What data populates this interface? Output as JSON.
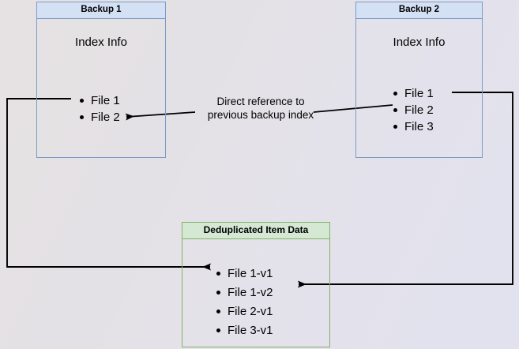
{
  "diagram": {
    "title": "Backup deduplication index reference diagram",
    "background": {
      "gradient_from": "#e6e2e3",
      "gradient_to": "#e2e2ef"
    },
    "colors": {
      "blue_border": "#7a9bc8",
      "blue_header_fill": "#d4e1f5",
      "green_border": "#82b366",
      "green_header_fill": "#d5e8d4",
      "edge_stroke": "#000000"
    },
    "nodes": {
      "backup1": {
        "header": "Backup 1",
        "title": "Index Info",
        "items": [
          {
            "label": "File 1"
          },
          {
            "label": "File 2"
          }
        ]
      },
      "backup2": {
        "header": "Backup 2",
        "title": "Index Info",
        "items": [
          {
            "label": "File 1"
          },
          {
            "label": "File 2"
          },
          {
            "label": "File 3"
          }
        ]
      },
      "dedup": {
        "header": "Deduplicated Item Data",
        "items": [
          {
            "label": "File 1-v1"
          },
          {
            "label": "File 1-v2"
          },
          {
            "label": "File 2-v1"
          },
          {
            "label": "File 3-v1"
          }
        ]
      }
    },
    "edges": {
      "reference_label_line1": "Direct reference to",
      "reference_label_line2": "previous backup index"
    }
  }
}
